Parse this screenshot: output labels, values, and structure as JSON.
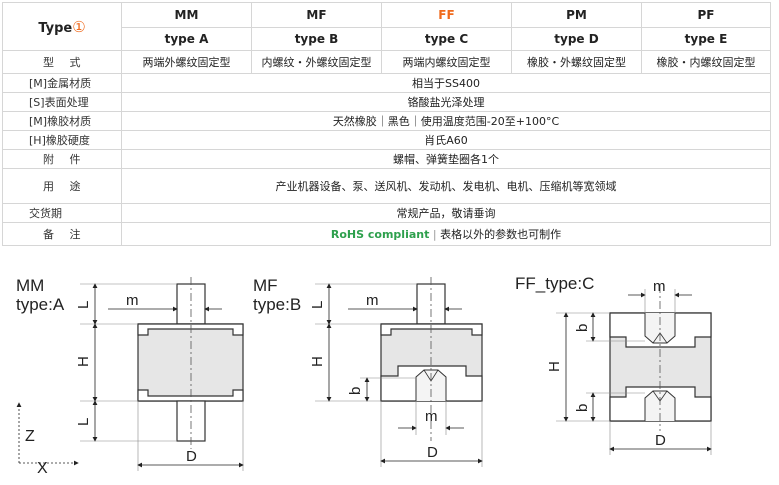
{
  "header": {
    "type_label": "Type",
    "type_num": "①",
    "columns": [
      "MM",
      "MF",
      "FF",
      "PM",
      "PF"
    ],
    "subtypes": [
      "type A",
      "type B",
      "type C",
      "type D",
      "type E"
    ]
  },
  "shape": {
    "label": "型 式",
    "values": [
      "两端外螺纹固定型",
      "内螺纹・外螺纹固定型",
      "两端内螺纹固定型",
      "橡胶・外螺纹固定型",
      "橡胶・内螺纹固定型"
    ]
  },
  "rows": [
    {
      "label": "[M]金属材质",
      "value": "相当于SS400"
    },
    {
      "label": "[S]表面处理",
      "value": "铬酸盐光泽处理"
    },
    {
      "label": "[M]橡胶材质",
      "value": "天然橡胶｜黑色｜使用温度范围-20至+100°C"
    },
    {
      "label": "[H]橡胶硬度",
      "value": "肖氏A60"
    },
    {
      "label": "附 件",
      "value": "螺帽、弹簧垫圈各1个"
    },
    {
      "label": "用 途",
      "value": "产业机器设备、泵、送风机、发动机、发电机、电机、压缩机等宽领域"
    },
    {
      "label": "交货期",
      "value": "常规产品，敬请垂询"
    }
  ],
  "note": {
    "label": "备 注",
    "rohs": "RoHS compliant",
    "sep": "|",
    "text": "表格以外的参数也可制作"
  },
  "diagrams": {
    "mm": {
      "title1": "MM",
      "title2": "type:A",
      "dims": {
        "m": "m",
        "L": "L",
        "H": "H",
        "D": "D"
      },
      "axes": {
        "z": "Z",
        "x": "X"
      }
    },
    "mf": {
      "title1": "MF",
      "title2": "type:B",
      "dims": {
        "m": "m",
        "L": "L",
        "H": "H",
        "b": "b",
        "D": "D"
      }
    },
    "ff": {
      "title": "FF_type:C",
      "dims": {
        "m": "m",
        "b": "b",
        "H": "H",
        "D": "D"
      }
    }
  }
}
